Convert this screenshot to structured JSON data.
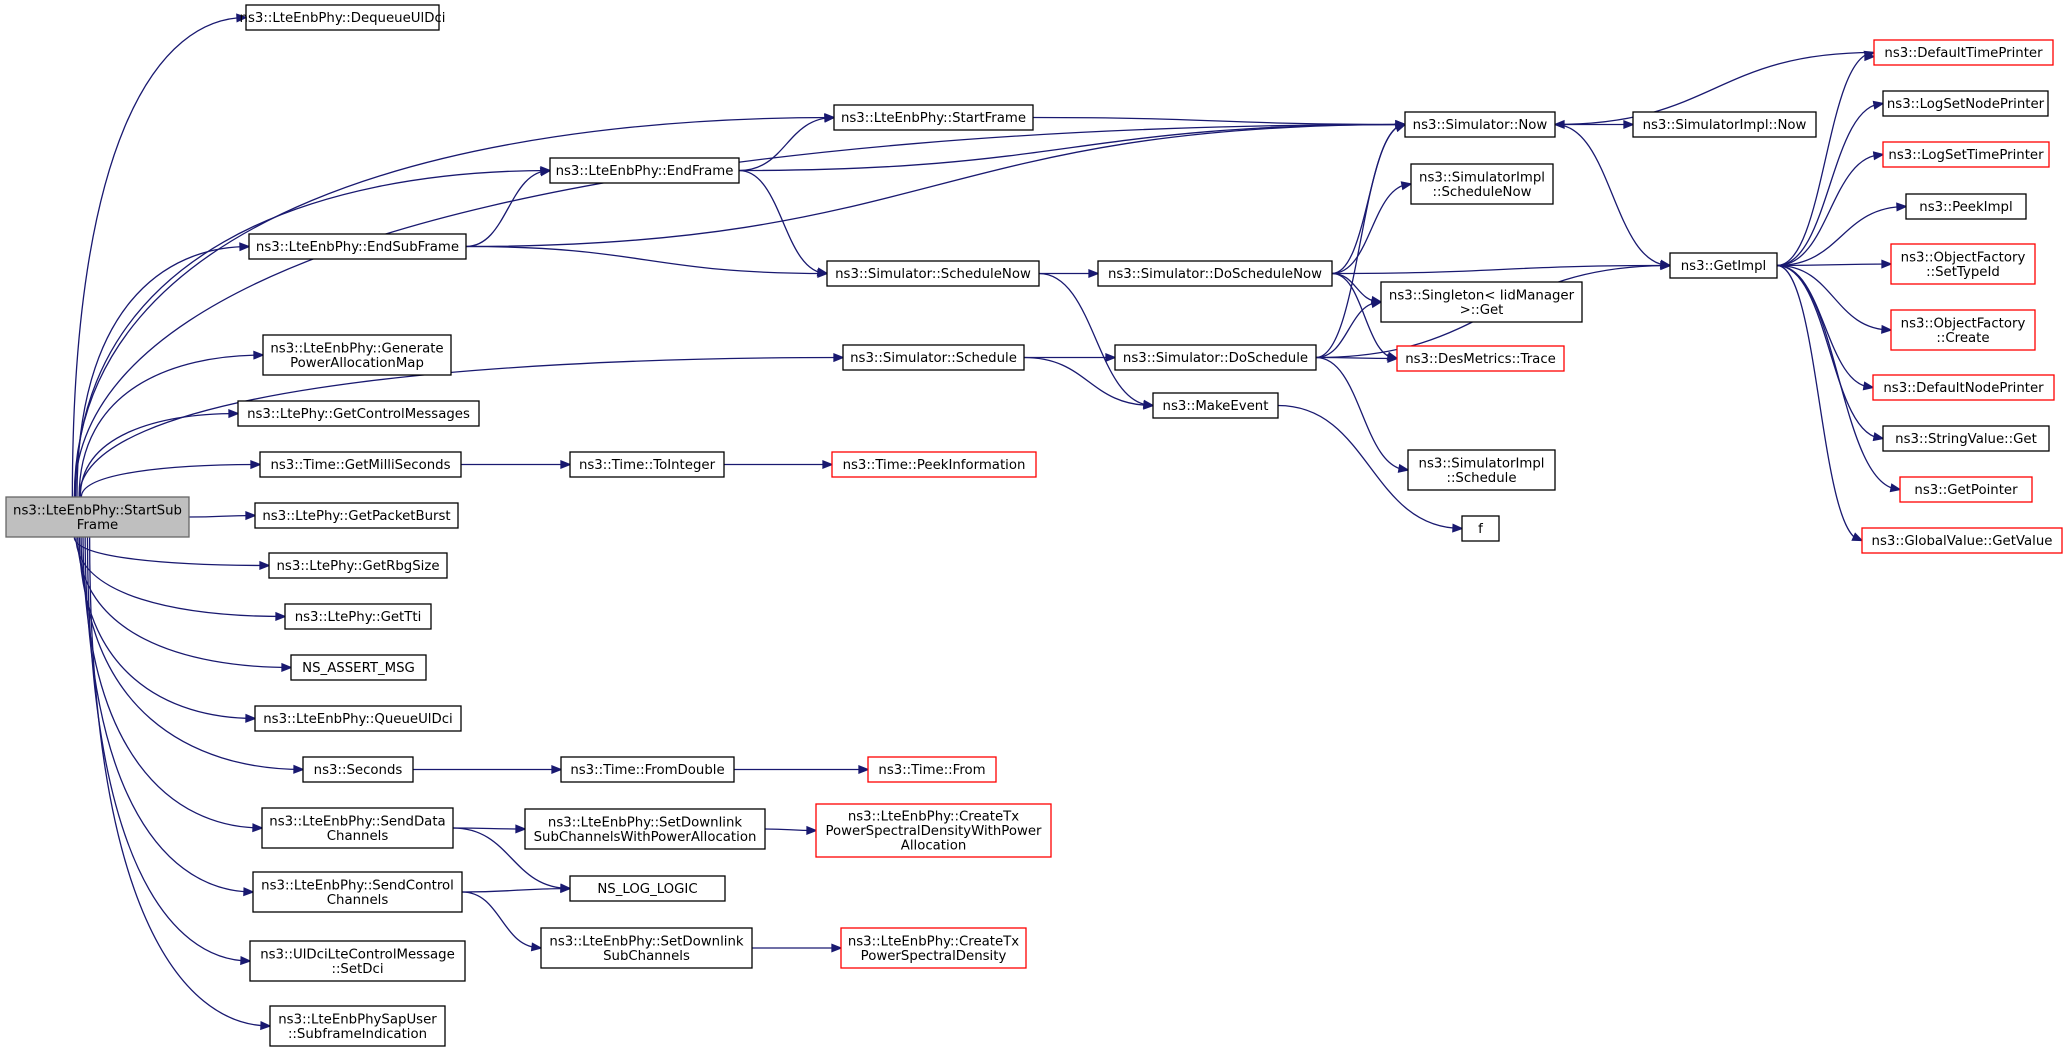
{
  "colors": {
    "edge": "#191970",
    "node_fill": "#ffffff",
    "node_border": "#000000",
    "node_border_external": "#ff0000",
    "focus_fill": "#bfbfbf",
    "focus_border": "#666666"
  },
  "nodes": [
    {
      "id": "start",
      "lines": [
        "ns3::LteEnbPhy::StartSub",
        "Frame"
      ],
      "kind": "focus"
    },
    {
      "id": "dequeue",
      "lines": [
        "ns3::LteEnbPhy::DequeueUlDci"
      ],
      "kind": "normal"
    },
    {
      "id": "startframe",
      "lines": [
        "ns3::LteEnbPhy::StartFrame"
      ],
      "kind": "normal"
    },
    {
      "id": "endframe",
      "lines": [
        "ns3::LteEnbPhy::EndFrame"
      ],
      "kind": "normal"
    },
    {
      "id": "endsub",
      "lines": [
        "ns3::LteEnbPhy::EndSubFrame"
      ],
      "kind": "normal"
    },
    {
      "id": "genpow",
      "lines": [
        "ns3::LteEnbPhy::Generate",
        "PowerAllocationMap"
      ],
      "kind": "normal"
    },
    {
      "id": "getctrl",
      "lines": [
        "ns3::LtePhy::GetControlMessages"
      ],
      "kind": "normal"
    },
    {
      "id": "getmilli",
      "lines": [
        "ns3::Time::GetMilliSeconds"
      ],
      "kind": "normal"
    },
    {
      "id": "getpkt",
      "lines": [
        "ns3::LtePhy::GetPacketBurst"
      ],
      "kind": "normal"
    },
    {
      "id": "getrbg",
      "lines": [
        "ns3::LtePhy::GetRbgSize"
      ],
      "kind": "normal"
    },
    {
      "id": "gettti",
      "lines": [
        "ns3::LtePhy::GetTti"
      ],
      "kind": "normal"
    },
    {
      "id": "assert",
      "lines": [
        "NS_ASSERT_MSG"
      ],
      "kind": "normal"
    },
    {
      "id": "queue",
      "lines": [
        "ns3::LteEnbPhy::QueueUlDci"
      ],
      "kind": "normal"
    },
    {
      "id": "seconds",
      "lines": [
        "ns3::Seconds"
      ],
      "kind": "normal"
    },
    {
      "id": "senddata",
      "lines": [
        "ns3::LteEnbPhy::SendData",
        "Channels"
      ],
      "kind": "normal"
    },
    {
      "id": "sendctrl",
      "lines": [
        "ns3::LteEnbPhy::SendControl",
        "Channels"
      ],
      "kind": "normal"
    },
    {
      "id": "setdci",
      "lines": [
        "ns3::UlDciLteControlMessage",
        "::SetDci"
      ],
      "kind": "normal"
    },
    {
      "id": "subind",
      "lines": [
        "ns3::LteEnbPhySapUser",
        "::SubframeIndication"
      ],
      "kind": "normal"
    },
    {
      "id": "simnow",
      "lines": [
        "ns3::Simulator::Now"
      ],
      "kind": "normal"
    },
    {
      "id": "schednow",
      "lines": [
        "ns3::Simulator::ScheduleNow"
      ],
      "kind": "normal"
    },
    {
      "id": "schedule",
      "lines": [
        "ns3::Simulator::Schedule"
      ],
      "kind": "normal"
    },
    {
      "id": "toint",
      "lines": [
        "ns3::Time::ToInteger"
      ],
      "kind": "normal"
    },
    {
      "id": "peekinfo",
      "lines": [
        "ns3::Time::PeekInformation"
      ],
      "kind": "external"
    },
    {
      "id": "fromdouble",
      "lines": [
        "ns3::Time::FromDouble"
      ],
      "kind": "normal"
    },
    {
      "id": "timefrom",
      "lines": [
        "ns3::Time::From"
      ],
      "kind": "external"
    },
    {
      "id": "setdlpa",
      "lines": [
        "ns3::LteEnbPhy::SetDownlink",
        "SubChannelsWithPowerAllocation"
      ],
      "kind": "normal"
    },
    {
      "id": "createpa",
      "lines": [
        "ns3::LteEnbPhy::CreateTx",
        "PowerSpectralDensityWithPower",
        "Allocation"
      ],
      "kind": "external"
    },
    {
      "id": "logic",
      "lines": [
        "NS_LOG_LOGIC"
      ],
      "kind": "normal"
    },
    {
      "id": "setdl",
      "lines": [
        "ns3::LteEnbPhy::SetDownlink",
        "SubChannels"
      ],
      "kind": "normal"
    },
    {
      "id": "createpsd",
      "lines": [
        "ns3::LteEnbPhy::CreateTx",
        "PowerSpectralDensity"
      ],
      "kind": "external"
    },
    {
      "id": "dosnow",
      "lines": [
        "ns3::Simulator::DoScheduleNow"
      ],
      "kind": "normal"
    },
    {
      "id": "dosched",
      "lines": [
        "ns3::Simulator::DoSchedule"
      ],
      "kind": "normal"
    },
    {
      "id": "makeevent",
      "lines": [
        "ns3::MakeEvent"
      ],
      "kind": "normal"
    },
    {
      "id": "implnow",
      "lines": [
        "ns3::SimulatorImpl::Now"
      ],
      "kind": "normal"
    },
    {
      "id": "implschednow",
      "lines": [
        "ns3::SimulatorImpl",
        "::ScheduleNow"
      ],
      "kind": "normal"
    },
    {
      "id": "singleton",
      "lines": [
        "ns3::Singleton< IidManager",
        " >::Get"
      ],
      "kind": "normal"
    },
    {
      "id": "trace",
      "lines": [
        "ns3::DesMetrics::Trace"
      ],
      "kind": "external"
    },
    {
      "id": "implsched",
      "lines": [
        "ns3::SimulatorImpl",
        "::Schedule"
      ],
      "kind": "normal"
    },
    {
      "id": "f",
      "lines": [
        "f"
      ],
      "kind": "normal"
    },
    {
      "id": "getimpl",
      "lines": [
        "ns3::GetImpl"
      ],
      "kind": "normal"
    },
    {
      "id": "deftime",
      "lines": [
        "ns3::DefaultTimePrinter"
      ],
      "kind": "external"
    },
    {
      "id": "lognode",
      "lines": [
        "ns3::LogSetNodePrinter"
      ],
      "kind": "normal"
    },
    {
      "id": "logtime",
      "lines": [
        "ns3::LogSetTimePrinter"
      ],
      "kind": "external"
    },
    {
      "id": "peekimpl",
      "lines": [
        "ns3::PeekImpl"
      ],
      "kind": "normal"
    },
    {
      "id": "ofsettype",
      "lines": [
        "ns3::ObjectFactory",
        "::SetTypeId"
      ],
      "kind": "external"
    },
    {
      "id": "ofcreate",
      "lines": [
        "ns3::ObjectFactory",
        "::Create"
      ],
      "kind": "external"
    },
    {
      "id": "defnode",
      "lines": [
        "ns3::DefaultNodePrinter"
      ],
      "kind": "external"
    },
    {
      "id": "strget",
      "lines": [
        "ns3::StringValue::Get"
      ],
      "kind": "normal"
    },
    {
      "id": "getptr",
      "lines": [
        "ns3::GetPointer"
      ],
      "kind": "external"
    },
    {
      "id": "gvget",
      "lines": [
        "ns3::GlobalValue::GetValue"
      ],
      "kind": "external"
    }
  ],
  "edges": [
    [
      "start",
      "dequeue"
    ],
    [
      "start",
      "simnow"
    ],
    [
      "start",
      "startframe"
    ],
    [
      "start",
      "endframe"
    ],
    [
      "start",
      "endsub"
    ],
    [
      "start",
      "schedule"
    ],
    [
      "start",
      "genpow"
    ],
    [
      "start",
      "getctrl"
    ],
    [
      "start",
      "getmilli"
    ],
    [
      "start",
      "getpkt"
    ],
    [
      "start",
      "getrbg"
    ],
    [
      "start",
      "gettti"
    ],
    [
      "start",
      "assert"
    ],
    [
      "start",
      "queue"
    ],
    [
      "start",
      "seconds"
    ],
    [
      "start",
      "senddata"
    ],
    [
      "start",
      "sendctrl"
    ],
    [
      "start",
      "setdci"
    ],
    [
      "start",
      "subind"
    ],
    [
      "startframe",
      "simnow"
    ],
    [
      "endframe",
      "startframe"
    ],
    [
      "endframe",
      "simnow"
    ],
    [
      "endframe",
      "schednow"
    ],
    [
      "endsub",
      "endframe"
    ],
    [
      "endsub",
      "simnow"
    ],
    [
      "endsub",
      "schednow"
    ],
    [
      "schednow",
      "dosnow"
    ],
    [
      "schednow",
      "makeevent"
    ],
    [
      "schedule",
      "dosched"
    ],
    [
      "schedule",
      "makeevent"
    ],
    [
      "getmilli",
      "toint"
    ],
    [
      "toint",
      "peekinfo"
    ],
    [
      "seconds",
      "fromdouble"
    ],
    [
      "fromdouble",
      "timefrom"
    ],
    [
      "senddata",
      "setdlpa"
    ],
    [
      "senddata",
      "logic"
    ],
    [
      "setdlpa",
      "createpa"
    ],
    [
      "sendctrl",
      "logic"
    ],
    [
      "sendctrl",
      "setdl"
    ],
    [
      "setdl",
      "createpsd"
    ],
    [
      "simnow",
      "implnow"
    ],
    [
      "simnow",
      "getimpl"
    ],
    [
      "dosnow",
      "simnow"
    ],
    [
      "dosnow",
      "implschednow"
    ],
    [
      "dosnow",
      "getimpl"
    ],
    [
      "dosnow",
      "singleton"
    ],
    [
      "dosnow",
      "trace"
    ],
    [
      "dosched",
      "simnow"
    ],
    [
      "dosched",
      "singleton"
    ],
    [
      "dosched",
      "trace"
    ],
    [
      "dosched",
      "implsched"
    ],
    [
      "dosched",
      "getimpl"
    ],
    [
      "makeevent",
      "f"
    ],
    [
      "getimpl",
      "deftime"
    ],
    [
      "getimpl",
      "lognode"
    ],
    [
      "getimpl",
      "logtime"
    ],
    [
      "getimpl",
      "peekimpl"
    ],
    [
      "getimpl",
      "ofsettype"
    ],
    [
      "getimpl",
      "ofcreate"
    ],
    [
      "getimpl",
      "defnode"
    ],
    [
      "getimpl",
      "strget"
    ],
    [
      "getimpl",
      "getptr"
    ],
    [
      "getimpl",
      "gvget"
    ],
    [
      "deftime",
      "simnow"
    ]
  ]
}
